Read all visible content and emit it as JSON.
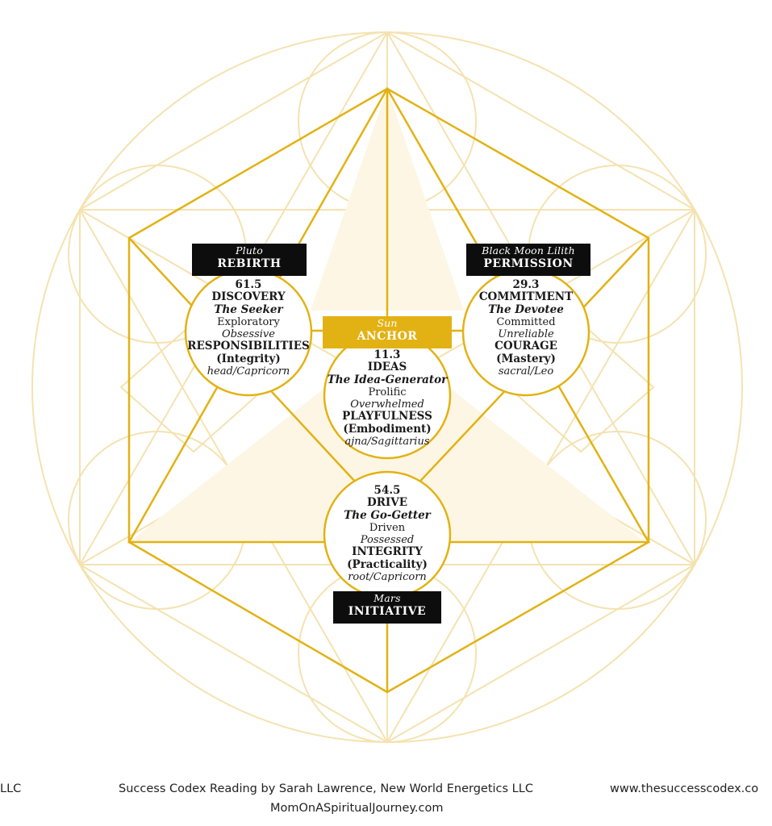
{
  "colors": {
    "gold": "#e2b214",
    "pale_gold": "#f4e2b0",
    "cream_fill": "#fdf6e4",
    "black_box": "#0d0d0d"
  },
  "labels": {
    "pluto": {
      "planet": "Pluto",
      "theme": "REBIRTH"
    },
    "lilith": {
      "planet": "Black Moon Lilith",
      "theme": "PERMISSION"
    },
    "sun": {
      "planet": "Sun",
      "theme": "ANCHOR"
    },
    "mars": {
      "planet": "Mars",
      "theme": "INITIATIVE"
    }
  },
  "circles": {
    "discovery": {
      "number": "61.5",
      "name": "DISCOVERY",
      "archetype": "The Seeker",
      "gift": "Exploratory",
      "shadow": "Obsessive",
      "virtue": "RESPONSIBILITIES",
      "virtue_sub": "(Integrity)",
      "location": "head/Capricorn"
    },
    "commitment": {
      "number": "29.3",
      "name": "COMMITMENT",
      "archetype": "The Devotee",
      "gift": "Committed",
      "shadow": "Unreliable",
      "virtue": "COURAGE",
      "virtue_sub": "(Mastery)",
      "location": "sacral/Leo"
    },
    "ideas": {
      "number": "11.3",
      "name": "IDEAS",
      "archetype": "The Idea-Generator",
      "gift": "Prolific",
      "shadow": "Overwhelmed",
      "virtue": "PLAYFULNESS",
      "virtue_sub": "(Embodiment)",
      "location": "ajna/Sagittarius"
    },
    "drive": {
      "number": "54.5",
      "name": "DRIVE",
      "archetype": "The Go-Getter",
      "gift": "Driven",
      "shadow": "Possessed",
      "virtue": "INTEGRITY",
      "virtue_sub": "(Practicality)",
      "location": "root/Capricorn"
    }
  },
  "footer": {
    "left": "LLC",
    "center": "Success Codex Reading by Sarah Lawrence, New World Energetics LLC",
    "center_line2": "MomOnASpiritualJourney.com",
    "right": "www.thesuccesscodex.co"
  }
}
